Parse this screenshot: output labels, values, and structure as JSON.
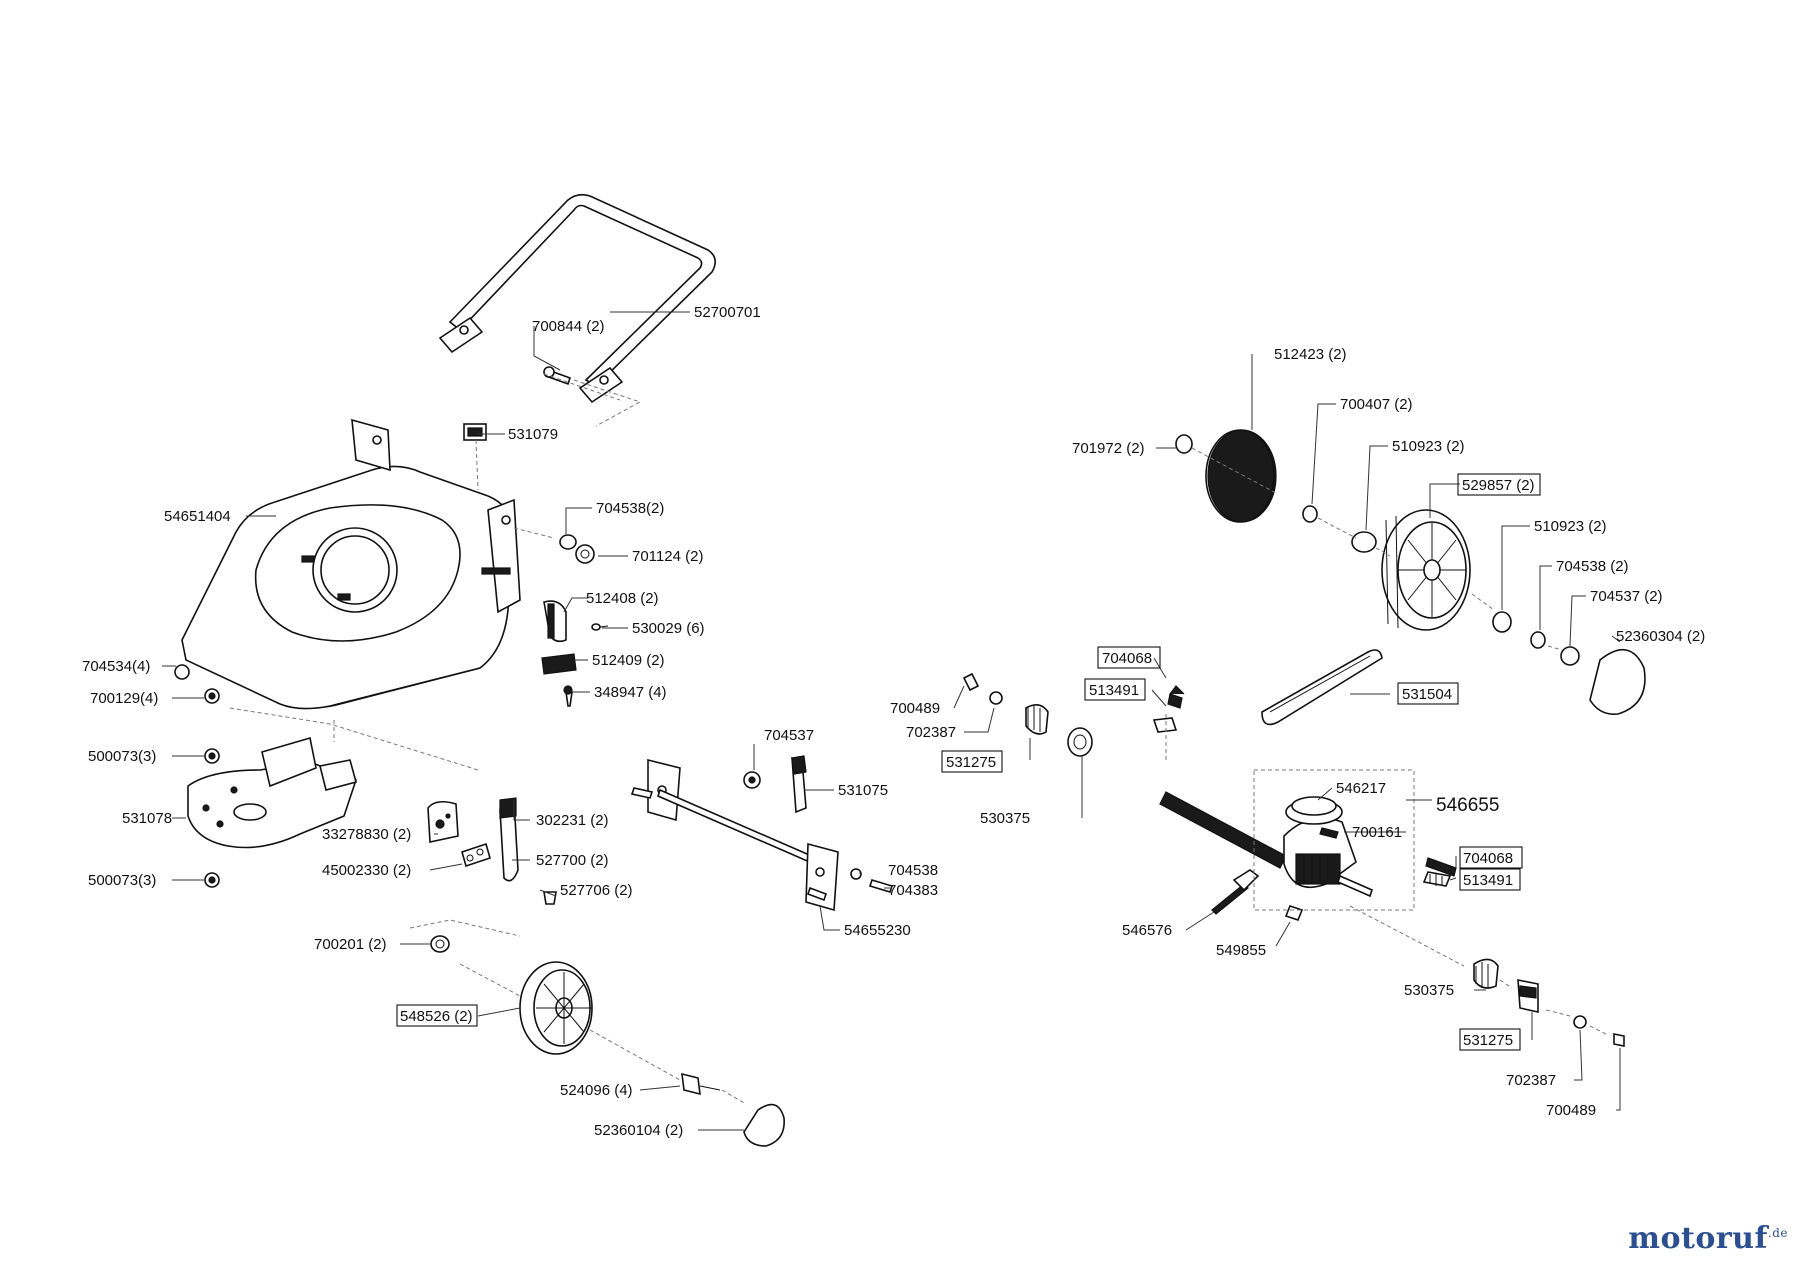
{
  "labels": {
    "handle": "52700701",
    "handle_bolt": "700844 (2)",
    "cable_clip": "531079",
    "deck": "54651404",
    "washer_704538_left": "704538(2)",
    "nut_701124": "701124 (2)",
    "part_512408": "512408 (2)",
    "screw_530029": "530029 (6)",
    "part_512409": "512409 (2)",
    "screw_348947": "348947 (4)",
    "washer_704534": "704534(4)",
    "nut_700129": "700129(4)",
    "nut_500073_top": "500073(3)",
    "chute": "531078",
    "nut_500073_bottom": "500073(3)",
    "lever_33278830": "33278830 (2)",
    "plate_45002330": "45002330 (2)",
    "lever_302231": "302231 (2)",
    "part_527700": "527700 (2)",
    "screw_527706": "527706 (2)",
    "bearing_700201": "700201 (2)",
    "front_wheel": "548526 (2)",
    "axle_bolt_524096": "524096 (4)",
    "hubcap_front": "52360104 (2)",
    "nut_704537_mid": "704537",
    "bracket_531075": "531075",
    "washer_704538_mid": "704538",
    "bolt_704383": "704383",
    "axle_54655230": "54655230",
    "disc_512423": "512423 (2)",
    "washer_701972": "701972 (2)",
    "washer_700407": "700407 (2)",
    "bushing_510923_a": "510923 (2)",
    "rear_wheel": "529857 (2)",
    "bushing_510923_b": "510923 (2)",
    "washer_704538_right": "704538 (2)",
    "nut_704537_right": "704537 (2)",
    "hubcap_rear": "52360304 (2)",
    "key_704068_top": "704068",
    "spring_513491_top": "513491",
    "belt_531504": "531504",
    "clip_700489_left": "700489",
    "washer_702387_left": "702387",
    "pinion_531275_left": "531275",
    "clutch_530375_left": "530375",
    "pulley_546217": "546217",
    "gearbox_546655": "546655",
    "key_700161": "700161",
    "key_704068_right": "704068",
    "spring_513491_right": "513491",
    "rod_546576": "546576",
    "part_549855": "549855",
    "clutch_530375_right": "530375",
    "pinion_531275_right": "531275",
    "washer_702387_right": "702387",
    "clip_700489_right": "700489"
  },
  "brand": {
    "logo_main": "motoruf",
    "logo_suffix": ".de",
    "color_blue": "#2c4f8f",
    "color_orange": "#e08a1c"
  }
}
